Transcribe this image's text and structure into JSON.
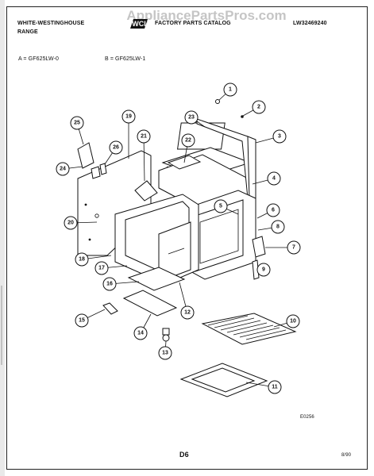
{
  "header": {
    "brand_line1": "WHITE-WESTINGHOUSE",
    "brand_line2": "RANGE",
    "catalog_title": "FACTORY PARTS CATALOG",
    "catalog_number": "LW32469240",
    "logo_text": "WCI",
    "model_a": "A = GF625LW-0",
    "model_b": "B = GF625LW-1"
  },
  "watermark": "AppliancePartsPros.com",
  "callouts": [
    "1",
    "2",
    "3",
    "4",
    "5",
    "6",
    "7",
    "8",
    "9",
    "10",
    "11",
    "12",
    "13",
    "14",
    "15",
    "16",
    "17",
    "18",
    "19",
    "20",
    "21",
    "22",
    "23",
    "24",
    "25",
    "26"
  ],
  "diagram_code": "E0256",
  "page_number": "D6",
  "date": "8/90",
  "colors": {
    "line": "#111111",
    "paper": "#ffffff",
    "watermark": "#969696"
  }
}
